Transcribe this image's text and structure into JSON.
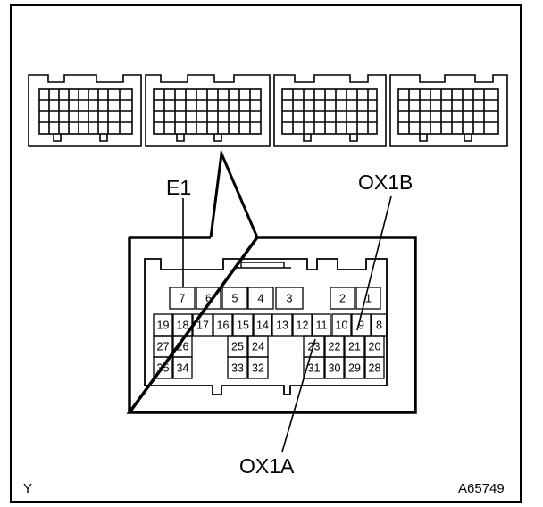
{
  "labels": {
    "e1": "E1",
    "ox1b": "OX1B",
    "ox1a": "OX1A",
    "corner_left": "Y",
    "corner_right": "A65749"
  },
  "connector_pins": {
    "row1": [
      "7",
      "6",
      "5",
      "4",
      "3",
      "2",
      "1"
    ],
    "row2": [
      "19",
      "18",
      "17",
      "16",
      "15",
      "14",
      "13",
      "12",
      "11",
      "10",
      "9",
      "8"
    ],
    "row3": [
      "27",
      "26",
      "25",
      "24",
      "23",
      "22",
      "21",
      "20"
    ],
    "row4": [
      "35",
      "34",
      "33",
      "32",
      "31",
      "30",
      "29",
      "28"
    ]
  },
  "colors": {
    "line": "#000000",
    "background": "#ffffff"
  }
}
